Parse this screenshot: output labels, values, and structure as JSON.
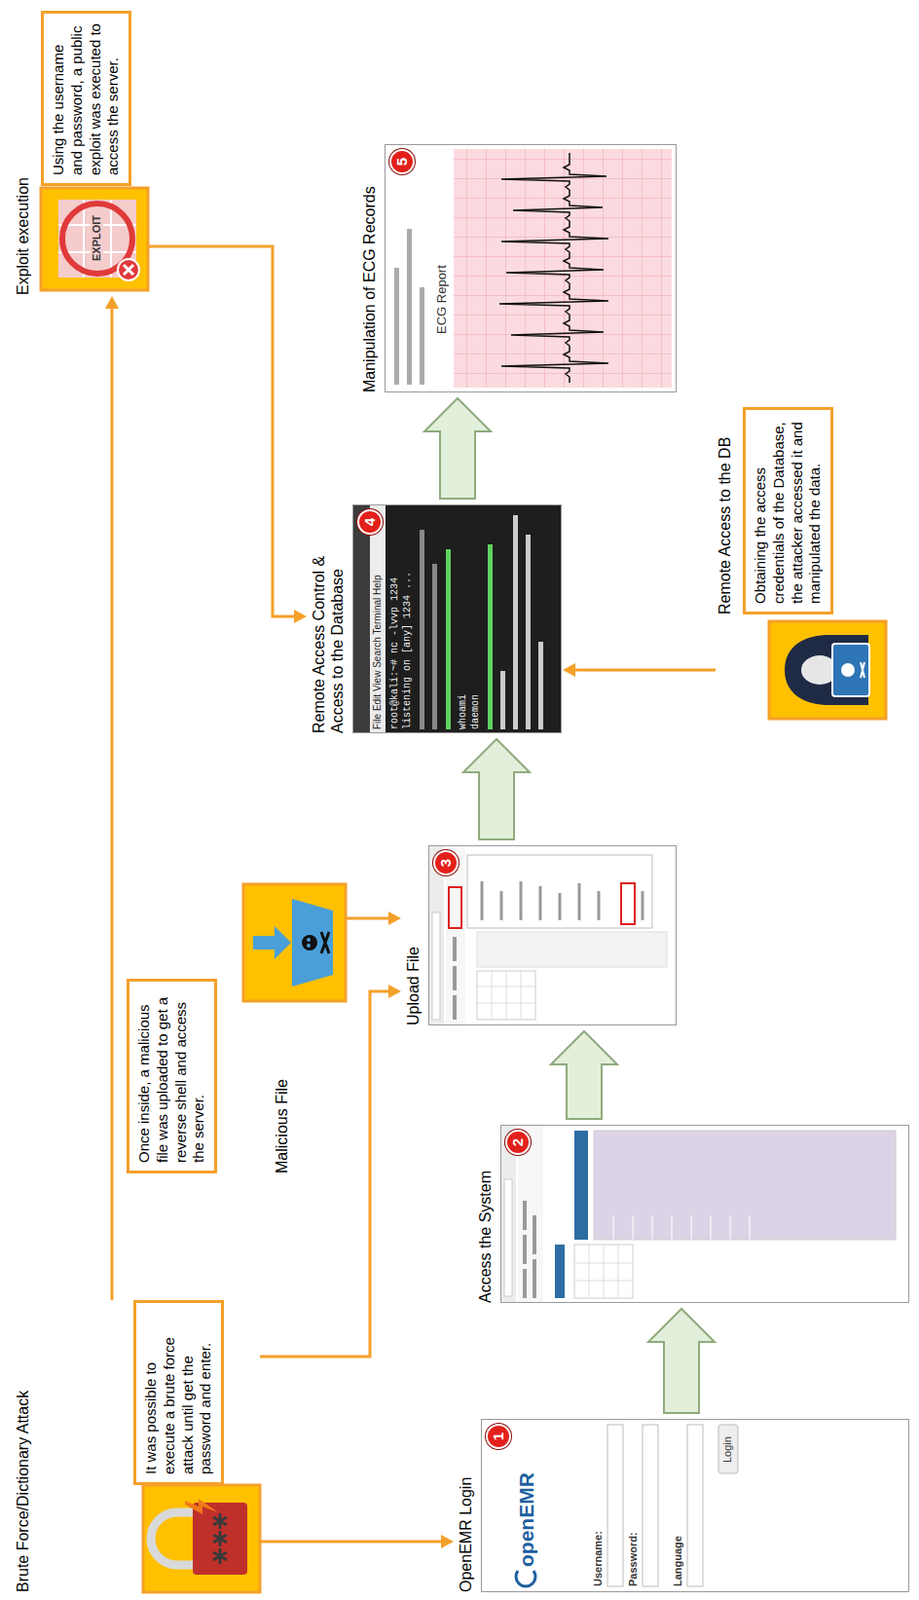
{
  "diagram": {
    "nodes": [
      {
        "text": [
          "Brute Force/Dictionary Attack",
          "It was possible to execute a brute force attack until get the password and enter."
        ]
      },
      {
        "text": [
          "Malicious File",
          "Once inside, a malicious file was uploaded to get a reverse shell and access the server."
        ]
      },
      {
        "text": [
          "Exploit execution",
          "Using the username and password, a public exploit was executed to access the server."
        ]
      },
      {
        "text": [
          "OpenEMR Login"
        ]
      },
      {
        "text": [
          "1"
        ],
        "in": 3
      },
      {
        "text": [
          "Access the System"
        ]
      },
      {
        "text": [
          "2"
        ],
        "in": 5
      },
      {
        "text": [
          "Upload File"
        ]
      },
      {
        "text": [
          "3"
        ],
        "in": 7
      },
      {
        "text": [
          "Remote Access Control & Access to the Database"
        ]
      },
      {
        "text": [
          "4"
        ],
        "in": 9
      },
      {
        "text": [
          "Manipulation of ECG Records"
        ]
      },
      {
        "text": [
          "5"
        ],
        "in": 11
      },
      {
        "text": [
          "Remote Access to the DB",
          "Obtaining the access credentials of the Database, the attacker accessed it and manipulated the data."
        ]
      }
    ],
    "edges": [
      {
        "from": 0,
        "to": 3,
        "arrow": "to"
      },
      {
        "from": 0,
        "to": 7,
        "arrow": "to"
      },
      {
        "from": 0,
        "to": 2,
        "arrow": "to"
      },
      {
        "from": 1,
        "to": 7,
        "arrow": "to"
      },
      {
        "from": 2,
        "to": 9,
        "arrow": "to"
      },
      {
        "from": 13,
        "to": 9,
        "arrow": "to"
      },
      {
        "from": 3,
        "to": 5,
        "arrow": "to"
      },
      {
        "from": 5,
        "to": 7,
        "arrow": "to"
      },
      {
        "from": 7,
        "to": 9,
        "arrow": "to"
      },
      {
        "from": 9,
        "to": 11,
        "arrow": "to"
      }
    ],
    "labels": [
      "openEMR",
      "Username:",
      "Password:",
      "Language",
      "Login",
      "EXPLOIT",
      "File Edit View Search Terminal Help",
      "root@kali:~# nc -lvvp 1234",
      "listening on [any] 1234 ...",
      "whoami",
      "daemon",
      "ECG Report"
    ]
  }
}
